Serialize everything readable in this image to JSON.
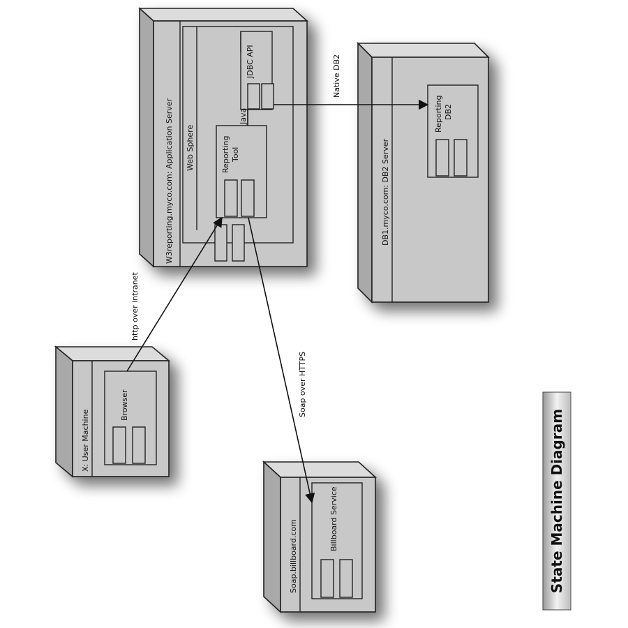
{
  "nodes": {
    "app_server": {
      "label": "W3reporting.myco.com: Application Server"
    },
    "web_sphere": {
      "label": "Web Sphere"
    },
    "db_server": {
      "label": "DB1.myco.com: DB2 Server"
    },
    "user_machine": {
      "label": "X: User Machine"
    },
    "soap_server": {
      "label": "Soap.billboard.com"
    }
  },
  "components": {
    "jdbc_api": {
      "label": "JDBC API"
    },
    "reporting_tool": {
      "label_line1": "Reporting",
      "label_line2": "Tool"
    },
    "reporting_db2": {
      "label_line1": "Reporting",
      "label_line2": "DB2"
    },
    "browser": {
      "label": "Browser"
    },
    "billboard_service": {
      "label": "Billboard Service"
    }
  },
  "connections": {
    "java": "Java",
    "native_db2": "Native DB2",
    "http_intranet": "http over intranet",
    "soap_https": "Soap over HTTPS"
  },
  "title": "State Machine Diagram"
}
